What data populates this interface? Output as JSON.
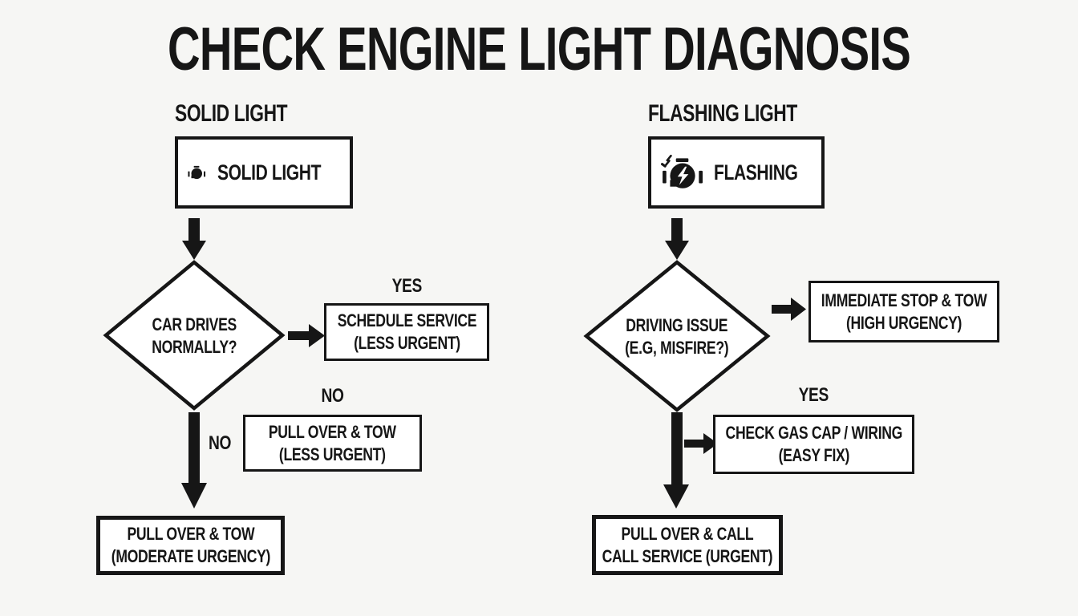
{
  "title": "CHECK ENGINE LIGHT DIAGNOSIS",
  "colors": {
    "ink": "#161616",
    "paper": "#f6f6f4",
    "box_bg": "#ffffff"
  },
  "icons": {
    "solid": "engine-warning-icon",
    "flashing": "engine-flashing-icon"
  },
  "solid_branch": {
    "header": "SOLID LIGHT",
    "start_label": "SOLID LIGHT",
    "decision_line1": "CAR DRIVES",
    "decision_line2": "NORMALLY?",
    "yes_label": "YES",
    "yes_line1": "SCHEDULE SERVICE",
    "yes_line2": "(LESS URGENT)",
    "no_label": "NO",
    "no_line1": "PULL OVER & TOW",
    "no_line2": "(LESS URGENT)",
    "no_arrow_label": "NO",
    "end_line1": "PULL OVER & TOW",
    "end_line2": "(MODERATE URGENCY)"
  },
  "flashing_branch": {
    "header": "FLASHING LIGHT",
    "start_label": "FLASHING",
    "decision_line1": "DRIVING ISSUE",
    "decision_line2": "(E.G, MISFIRE?)",
    "stop_line1": "IMMEDIATE STOP & TOW",
    "stop_line2": "(HIGH URGENCY)",
    "yes_label": "YES",
    "yes_line1": "CHECK GAS CAP / WIRING",
    "yes_line2": "(EASY FIX)",
    "end_line1": "PULL OVER & CALL",
    "end_line2": "CALL SERVICE (URGENT)"
  }
}
